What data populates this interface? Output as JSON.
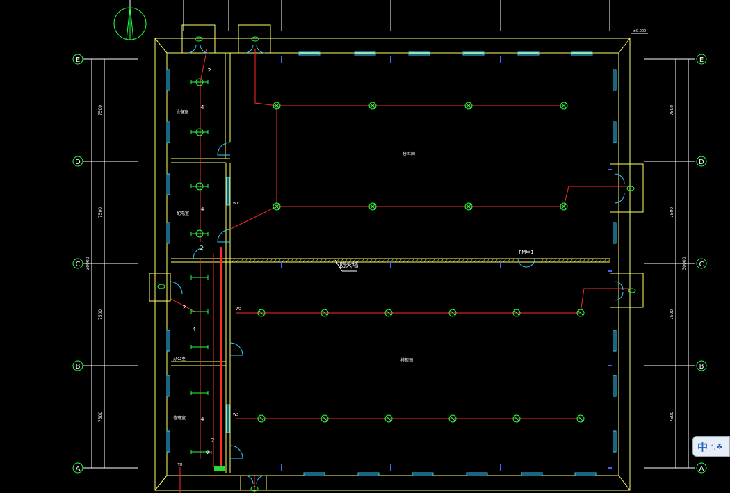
{
  "grid_axes": [
    "E",
    "D",
    "C",
    "B",
    "A"
  ],
  "room_labels": {
    "room_upper": "仓库间",
    "room_lower": "排柜间",
    "small_room_1": "设备室",
    "small_room_2": "配电室",
    "small_room_3": "办公室",
    "small_room_4": "值班室"
  },
  "firewall_label": "防火墙",
  "door_label": "FM甲1",
  "dim_left": [
    "7500",
    "7500",
    "7500",
    "7500"
  ],
  "dim_right": [
    "7500",
    "7500",
    "7500",
    "7500"
  ],
  "dim_total_left": "30000",
  "dim_total_right": "30000",
  "circuit_tags": [
    "W1",
    "W2",
    "W3",
    "W4"
  ],
  "count_labels": [
    "2",
    "4",
    "4",
    "2",
    "2",
    "4",
    "4",
    "2"
  ],
  "level_mark": "±0.000",
  "colors": {
    "wall": "#ffff66",
    "window": "#33ccff",
    "cable": "#ff2a2a",
    "lamp": "#22ff44",
    "axis": "#22ff44",
    "dim": "#ffffff"
  },
  "ime": {
    "label": "中",
    "extra": "°,☘"
  }
}
